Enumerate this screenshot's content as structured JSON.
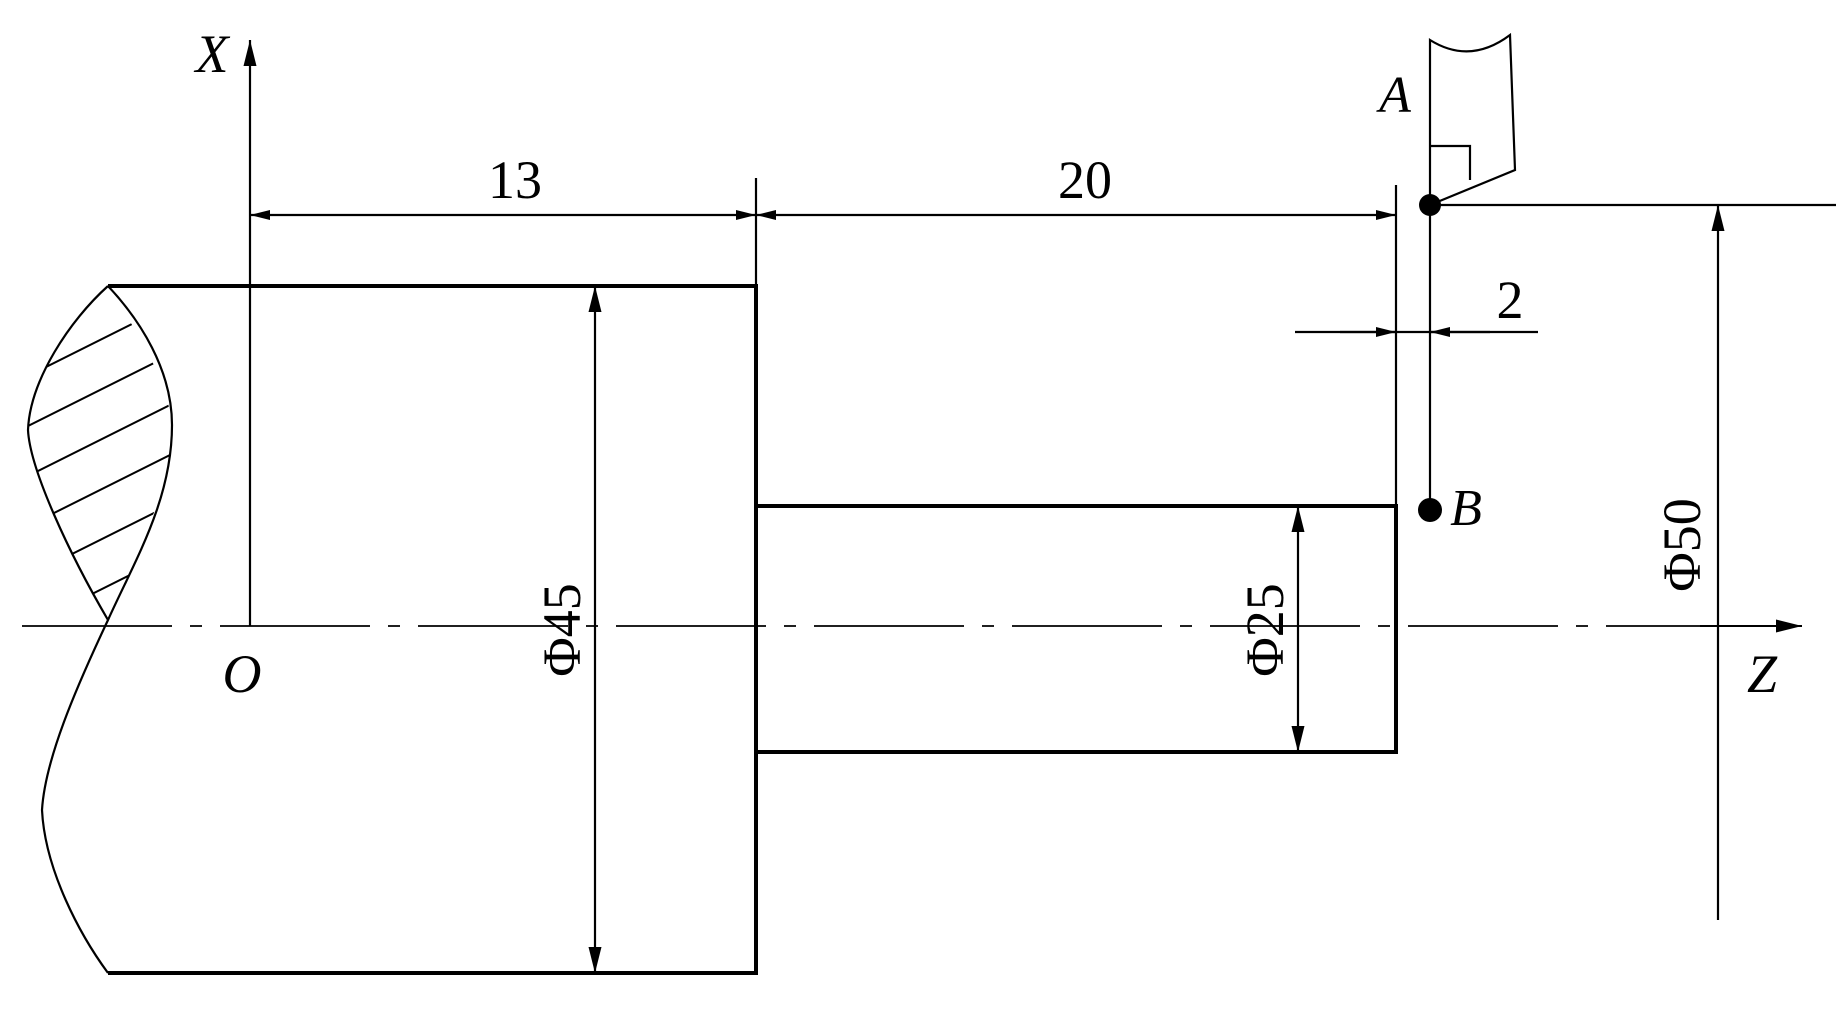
{
  "axes": {
    "x_label": "X",
    "z_label": "Z",
    "origin_label": "O"
  },
  "points": {
    "a_label": "A",
    "b_label": "B"
  },
  "dimensions": {
    "len_13": "13",
    "len_20": "20",
    "gap_2": "2",
    "dia_45": "Φ45",
    "dia_25": "Φ25",
    "dia_50": "Φ50"
  },
  "colors": {
    "stroke": "#000000",
    "background": "#ffffff"
  }
}
